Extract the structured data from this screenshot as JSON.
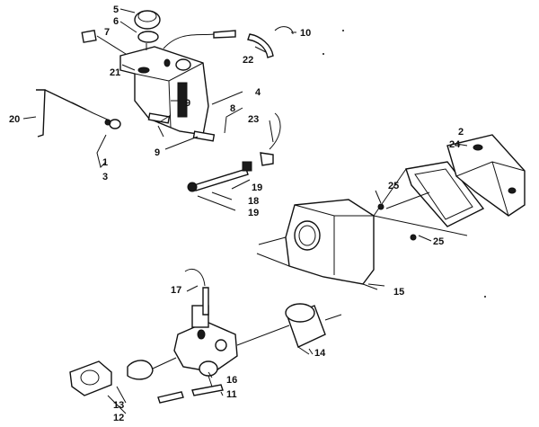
{
  "labels": {
    "l1": "1",
    "l2": "2",
    "l3": "3",
    "l4": "4",
    "l5": "5",
    "l6": "6",
    "l7": "7",
    "l8": "8",
    "l9a": "9",
    "l9b": "9",
    "l10": "10",
    "l11": "11",
    "l12": "12",
    "l13": "13",
    "l14": "14",
    "l15": "15",
    "l16": "16",
    "l17": "17",
    "l18": "18",
    "l19a": "19",
    "l19b": "19",
    "l20": "20",
    "l21": "21",
    "l22": "22",
    "l23": "23",
    "l24": "24",
    "l25a": "25",
    "l25b": "25"
  }
}
